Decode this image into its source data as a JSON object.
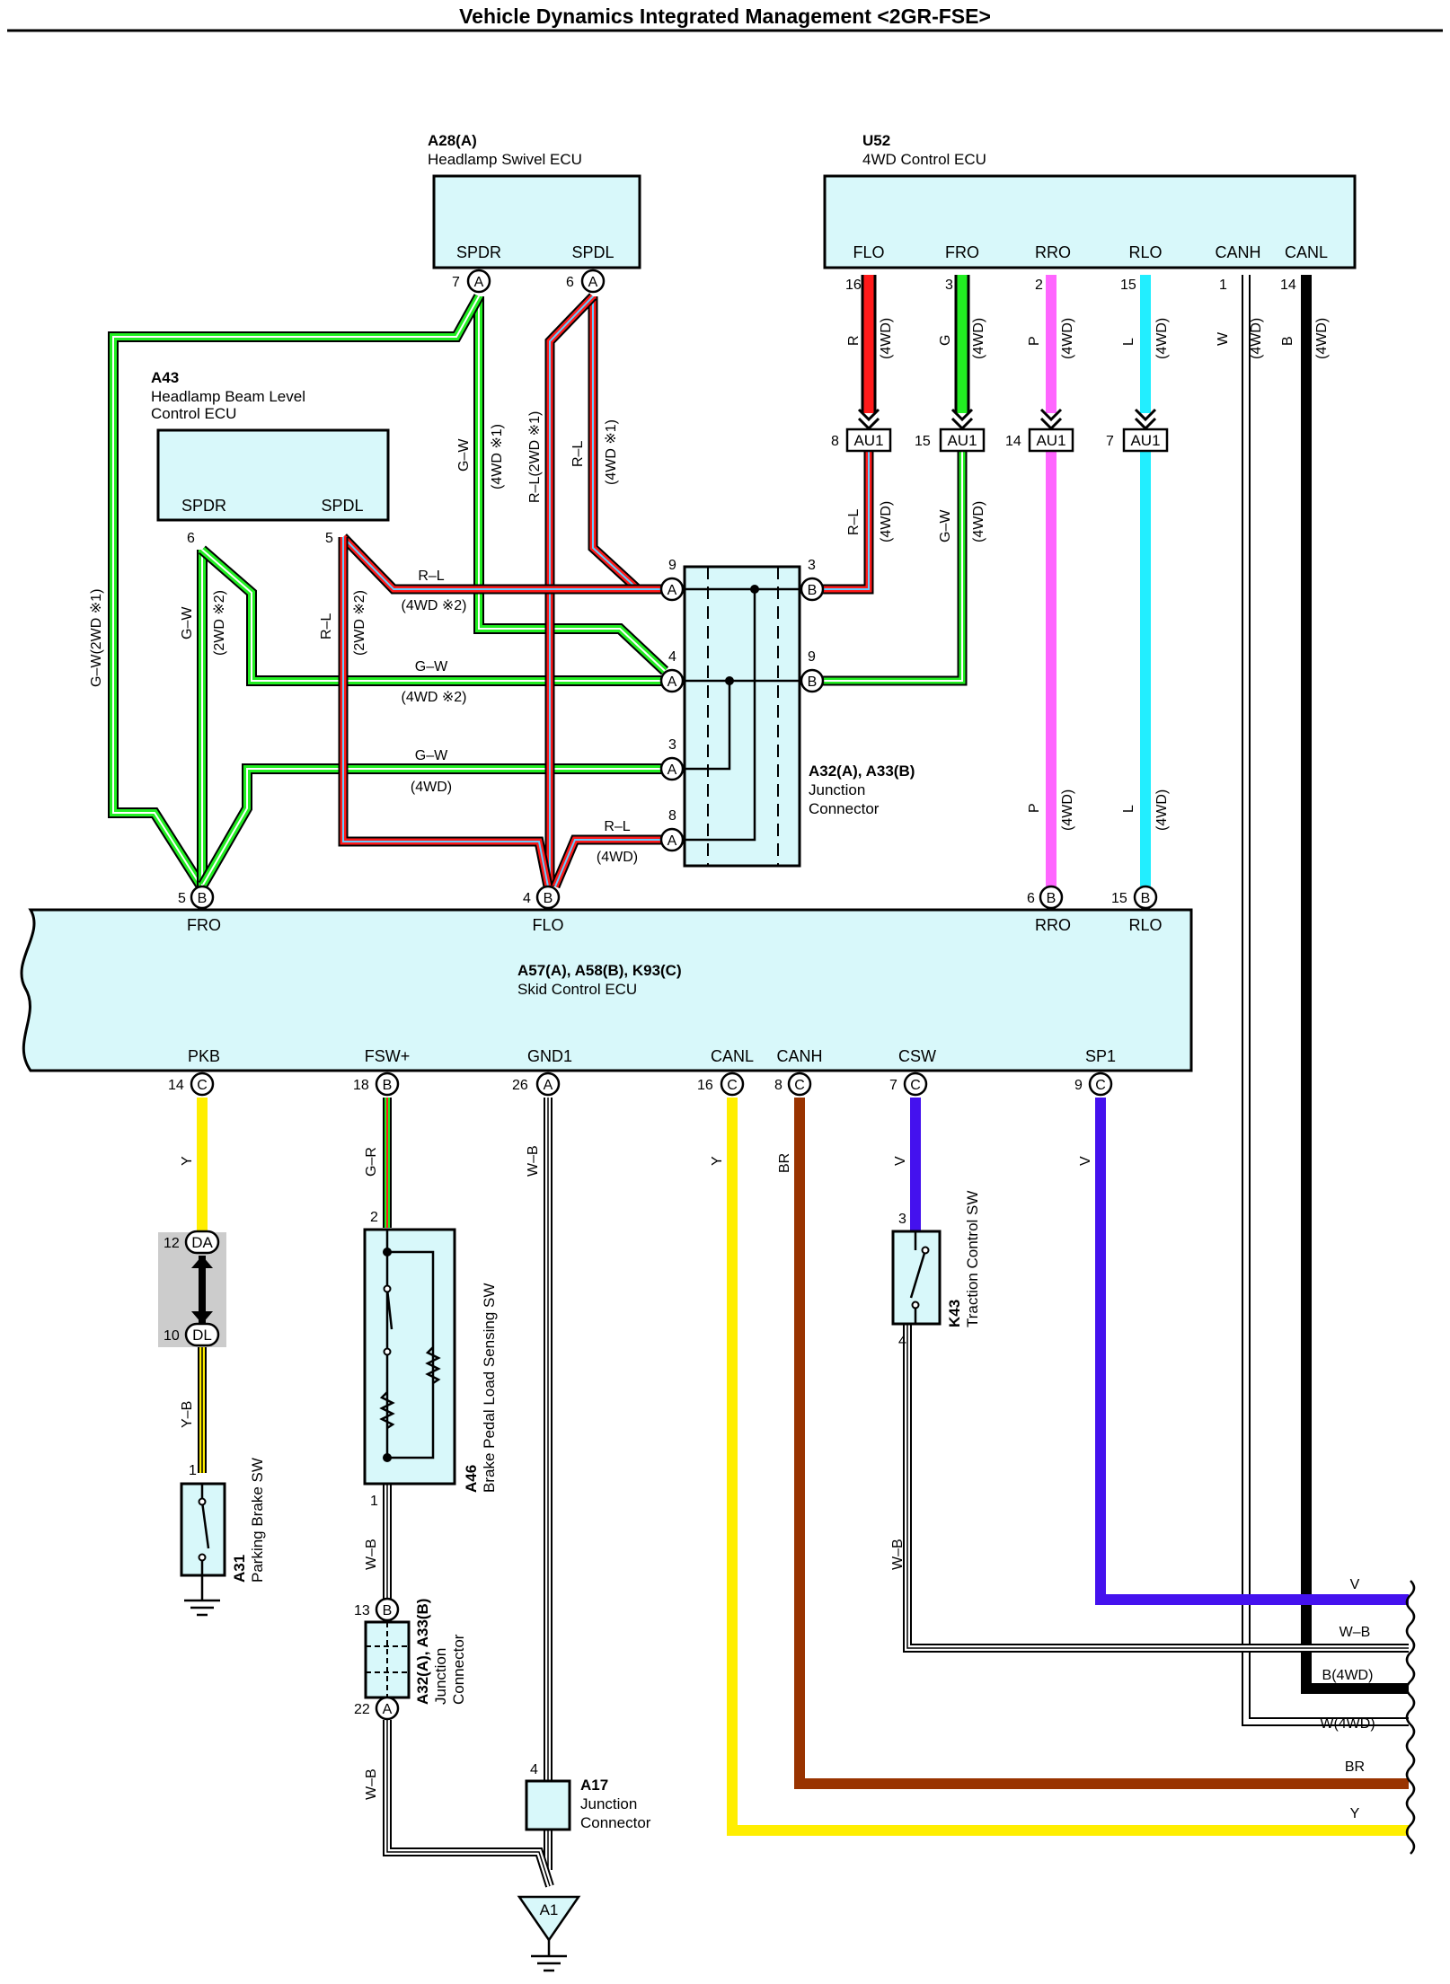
{
  "title": "Vehicle Dynamics Integrated Management <2GR-FSE>",
  "components": {
    "a28": {
      "code": "A28(A)",
      "name": "Headlamp Swivel ECU",
      "pins": [
        "SPDR",
        "SPDL"
      ]
    },
    "u52": {
      "code": "U52",
      "name": "4WD Control ECU",
      "pins": [
        "FLO",
        "FRO",
        "RRO",
        "RLO",
        "CANH",
        "CANL"
      ]
    },
    "a43": {
      "code": "A43",
      "name1": "Headlamp Beam Level",
      "name2": "Control ECU",
      "pins": [
        "SPDR",
        "SPDL"
      ]
    },
    "junction_top": {
      "code": "A32(A), A33(B)",
      "name1": "Junction",
      "name2": "Connector"
    },
    "skid": {
      "code": "A57(A), A58(B), K93(C)",
      "name": "Skid Control ECU",
      "top_pins": [
        "FRO",
        "FLO",
        "RRO",
        "RLO"
      ],
      "bottom_pins": [
        "PKB",
        "FSW+",
        "GND1",
        "CANL",
        "CANH",
        "CSW",
        "SP1"
      ]
    },
    "a31": {
      "code": "A31",
      "name": "Parking Brake SW"
    },
    "a46": {
      "code": "A46",
      "name": "Brake Pedal Load Sensing SW"
    },
    "junction_bottom": {
      "code": "A32(A), A33(B)",
      "name1": "Junction",
      "name2": "Connector"
    },
    "a17": {
      "code": "A17",
      "name1": "Junction",
      "name2": "Connector"
    },
    "k43": {
      "code": "K43",
      "name": "Traction Control SW"
    },
    "ground": {
      "code": "A1"
    },
    "au1": "AU1",
    "da": "DA",
    "dl": "DL"
  },
  "pin_numbers": {
    "a28_spdr": "7",
    "a28_spdl": "6",
    "u52_flo": "16",
    "u52_fro": "3",
    "u52_rro": "2",
    "u52_rlo": "15",
    "u52_canh": "1",
    "u52_canl": "14",
    "au1_flo": "8",
    "au1_fro": "15",
    "au1_rro": "14",
    "au1_rlo": "7",
    "a43_spdr": "6",
    "a43_spdl": "5",
    "jc_a9": "9",
    "jc_a4": "4",
    "jc_a3": "3",
    "jc_a8": "8",
    "jc_b3": "3",
    "jc_b9": "9",
    "skid_fro": "5",
    "skid_flo": "4",
    "skid_rro": "6",
    "skid_rlo": "15",
    "skid_pkb": "14",
    "skid_fsw": "18",
    "skid_gnd1": "26",
    "skid_canl": "16",
    "skid_canh": "8",
    "skid_csw": "7",
    "skid_sp1": "9",
    "da": "12",
    "dl": "10",
    "a31": "1",
    "a46_top": "2",
    "a46_bottom": "1",
    "jc2_top": "13",
    "jc2_bottom": "22",
    "a17": "4",
    "k43_top": "3",
    "k43_bottom": "4"
  },
  "connector_letters": {
    "a": "A",
    "b": "B",
    "c": "C"
  },
  "wire_labels": {
    "u52_flo": [
      "R",
      "(4WD)"
    ],
    "u52_fro": [
      "G",
      "(4WD)"
    ],
    "u52_rro": [
      "P",
      "(4WD)"
    ],
    "u52_rlo": [
      "L",
      "(4WD)"
    ],
    "u52_canh": [
      "W",
      "(4WD)"
    ],
    "u52_canl": [
      "B",
      "(4WD)"
    ],
    "au1_flo_down": [
      "R–L",
      "(4WD)"
    ],
    "au1_fro_down": [
      "G–W",
      "(4WD)"
    ],
    "rro_lower": [
      "P",
      "(4WD)"
    ],
    "rlo_lower": [
      "L",
      "(4WD)"
    ],
    "a28_spdr": [
      "G–W",
      "(4WD ※1)"
    ],
    "a28_spdl_a": [
      "R–L(2WD ※1)"
    ],
    "a28_spdl_b": [
      "R–L",
      "(4WD ※1)"
    ],
    "left_outer": [
      "G–W(2WD ※1)"
    ],
    "a43_spdr": [
      "G–W",
      "(2WD ※2)"
    ],
    "a43_spdl": [
      "R–L",
      "(2WD ※2)"
    ],
    "h_a9": [
      "R–L",
      "(4WD ※2)"
    ],
    "h_a4": [
      "G–W",
      "(4WD ※2)"
    ],
    "h_a3": [
      "G–W",
      "(4WD)"
    ],
    "h_a8": [
      "R–L",
      "(4WD)"
    ],
    "pkb": "Y",
    "y_b": "Y–B",
    "g_r": "G–R",
    "w_b_gnd": "W–B",
    "canl": "Y",
    "canh": "BR",
    "csw": "V",
    "sp1": "V",
    "w_b_a46": "W–B",
    "w_b_jc2": "W–B",
    "w_b_k43": "W–B",
    "right_v": "V",
    "right_wb": "W–B",
    "right_b": "B(4WD)",
    "right_w": "W(4WD)",
    "right_br": "BR",
    "right_y": "Y"
  },
  "wire_colors": {
    "red": "#ff1a1a",
    "green": "#22ee22",
    "pink": "#ff66ff",
    "cyan": "#22eeff",
    "yellow": "#ffee00",
    "brown": "#993300",
    "violet": "#4411ee",
    "black": "#000000",
    "white": "#ffffff",
    "light_blue": "#66ccff",
    "ecu_fill": "#d8f8fa"
  }
}
